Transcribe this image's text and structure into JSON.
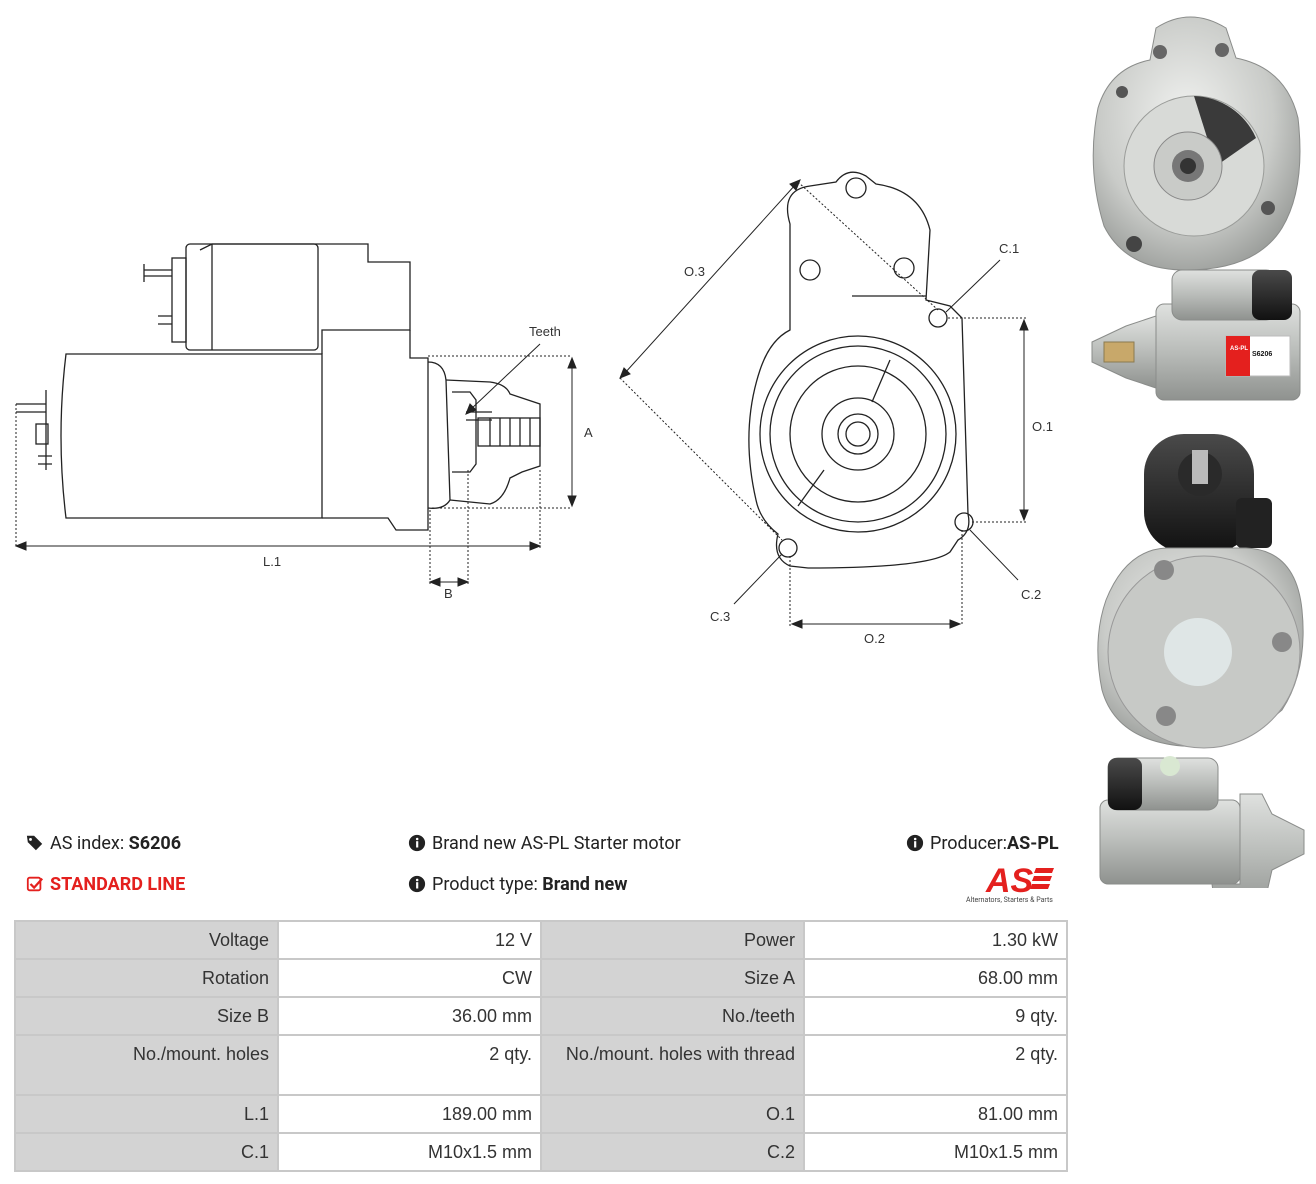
{
  "diagram": {
    "labels": {
      "teeth": "Teeth",
      "a": "A",
      "b": "B",
      "l1": "L.1",
      "o1": "O.1",
      "o2": "O.2",
      "o3": "O.3",
      "c1": "C.1",
      "c2": "C.2",
      "c3": "C.3"
    }
  },
  "photo_label": {
    "brand": "AS-PL",
    "index": "S6206"
  },
  "info": {
    "as_index_label": "AS index:",
    "as_index_value": "S6206",
    "line": "STANDARD LINE",
    "description": "Brand new AS-PL Starter motor",
    "product_type_label": "Product type:",
    "product_type_value": "Brand new",
    "producer_label": "Producer:",
    "producer_value": "AS-PL",
    "logo_text": "AS",
    "logo_tagline": "Alternators, Starters & Parts"
  },
  "specs": [
    {
      "k1": "Voltage",
      "v1": "12 V",
      "k2": "Power",
      "v2": "1.30 kW"
    },
    {
      "k1": "Rotation",
      "v1": "CW",
      "k2": "Size A",
      "v2": "68.00 mm"
    },
    {
      "k1": "Size B",
      "v1": "36.00 mm",
      "k2": "No./teeth",
      "v2": "9 qty."
    },
    {
      "k1": "No./mount. holes",
      "v1": "2 qty.",
      "k2": "No./mount. holes with thread",
      "v2": "2 qty."
    },
    {
      "k1": "L.1",
      "v1": "189.00 mm",
      "k2": "O.1",
      "v2": "81.00 mm"
    },
    {
      "k1": "C.1",
      "v1": "M10x1.5 mm",
      "k2": "C.2",
      "v2": "M10x1.5 mm"
    }
  ],
  "colors": {
    "accent_red": "#e4201e",
    "key_bg": "#d3d3d3",
    "border": "#c8c8c8"
  }
}
